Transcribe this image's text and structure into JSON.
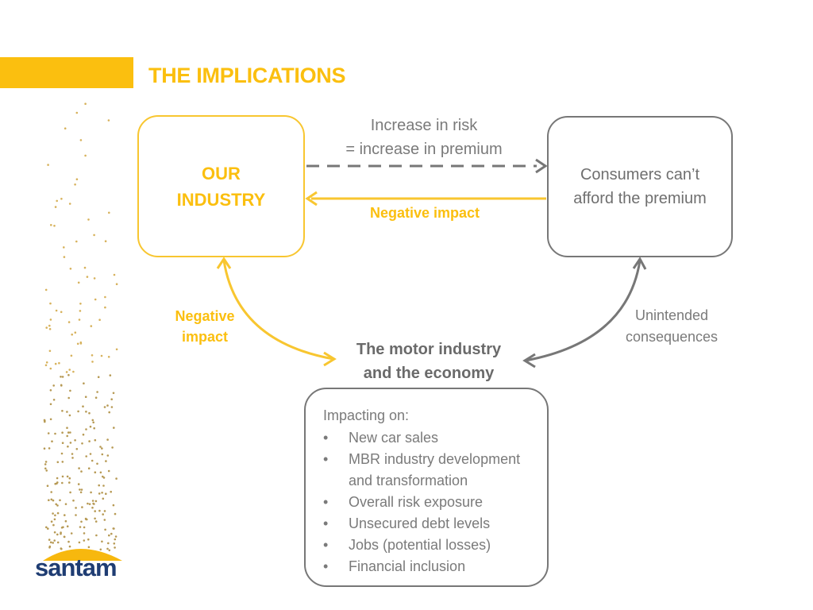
{
  "slide": {
    "title": "THE IMPLICATIONS"
  },
  "boxes": {
    "industry": {
      "lines": [
        "OUR",
        "INDUSTRY"
      ]
    },
    "consumers": {
      "lines": [
        "Consumers can’t",
        "afford the premium"
      ]
    },
    "impacts": {
      "intro": "Impacting on:",
      "bullet": "•",
      "items": [
        "New car sales",
        "MBR industry development and transformation",
        "Overall risk exposure",
        "Unsecured debt levels",
        "Jobs (potential losses)",
        "Financial inclusion"
      ]
    }
  },
  "labels": {
    "risk": [
      "Increase in risk",
      "= increase in premium"
    ],
    "negative_top": "Negative impact",
    "negative_left": [
      "Negative",
      "impact"
    ],
    "unintended": [
      "Unintended",
      "consequences"
    ],
    "motor": [
      "The motor industry",
      "and the economy"
    ]
  },
  "logo": {
    "text": "santam"
  },
  "colors": {
    "accent": "#FBBF0F",
    "gray": "#777777",
    "logo_blue": "#1f3d73"
  }
}
